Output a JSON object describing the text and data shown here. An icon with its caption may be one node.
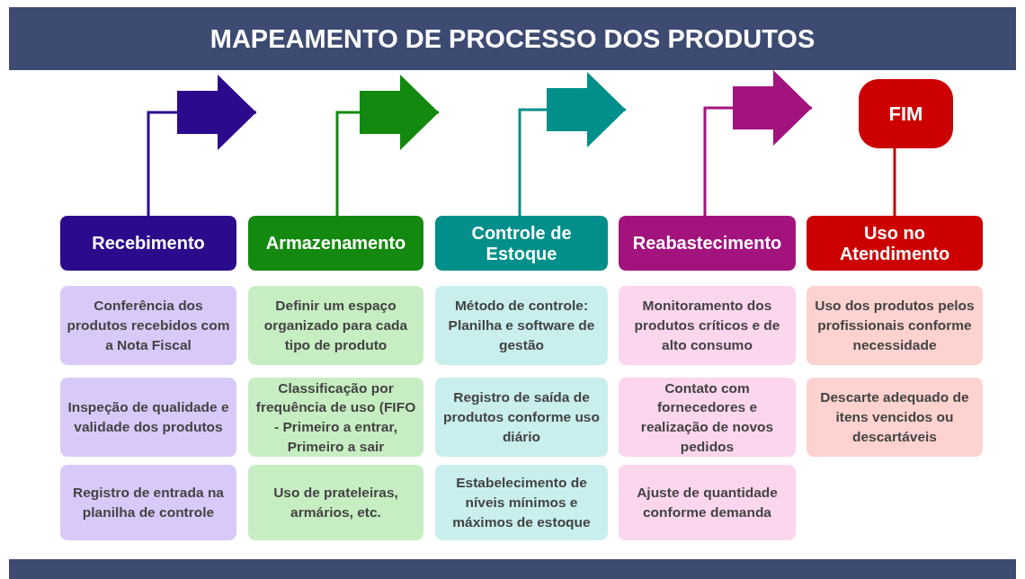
{
  "diagram": {
    "title": "MAPEAMENTO DE PROCESSO DOS PRODUTOS",
    "nodes": [
      {
        "text": [
          "Recebimento"
        ]
      },
      {
        "text": [
          "Armazenamento"
        ]
      },
      {
        "text": [
          "Controle de Estoque"
        ]
      },
      {
        "text": [
          "Reabastecimento"
        ]
      },
      {
        "text": [
          "Uso no Atendimento"
        ]
      },
      {
        "text": [
          "FIM"
        ]
      },
      {
        "text": [
          "Conferência dos produtos recebidos com a Nota Fiscal"
        ]
      },
      {
        "text": [
          "Inspeção de qualidade e validade dos produtos"
        ]
      },
      {
        "text": [
          "Registro de entrada na planilha de controle"
        ]
      },
      {
        "text": [
          "Definir um espaço organizado para cada tipo de produto"
        ]
      },
      {
        "text": [
          "Classificação por frequência de uso (FIFO - Primeiro a entrar, Primeiro a sair"
        ]
      },
      {
        "text": [
          "Uso de prateleiras, armários, etc."
        ]
      },
      {
        "text": [
          "Método de controle: Planilha e software de gestão"
        ]
      },
      {
        "text": [
          "Registro de saída de produtos conforme uso diário"
        ]
      },
      {
        "text": [
          "Estabelecimento de níveis mínimos e máximos de estoque"
        ]
      },
      {
        "text": [
          "Monitoramento dos produtos críticos e de alto consumo"
        ]
      },
      {
        "text": [
          "Contato com fornecedores e realização de novos pedidos"
        ]
      },
      {
        "text": [
          "Ajuste de quantidade conforme demanda"
        ]
      },
      {
        "text": [
          "Uso dos produtos pelos profissionais conforme necessidade"
        ]
      },
      {
        "text": [
          "Descarte adequado de itens vencidos ou descartáveis"
        ]
      }
    ],
    "edges": [
      {
        "from": 0,
        "to": null,
        "arrow": "to",
        "color": "#2c0a8c"
      },
      {
        "from": 1,
        "to": null,
        "arrow": "to",
        "color": "#14890f"
      },
      {
        "from": 2,
        "to": null,
        "arrow": "to",
        "color": "#008f8a"
      },
      {
        "from": 3,
        "to": null,
        "arrow": "to",
        "color": "#a3137d"
      },
      {
        "from": 5,
        "to": 4,
        "arrow": "none",
        "color": "#cc0000"
      }
    ]
  }
}
